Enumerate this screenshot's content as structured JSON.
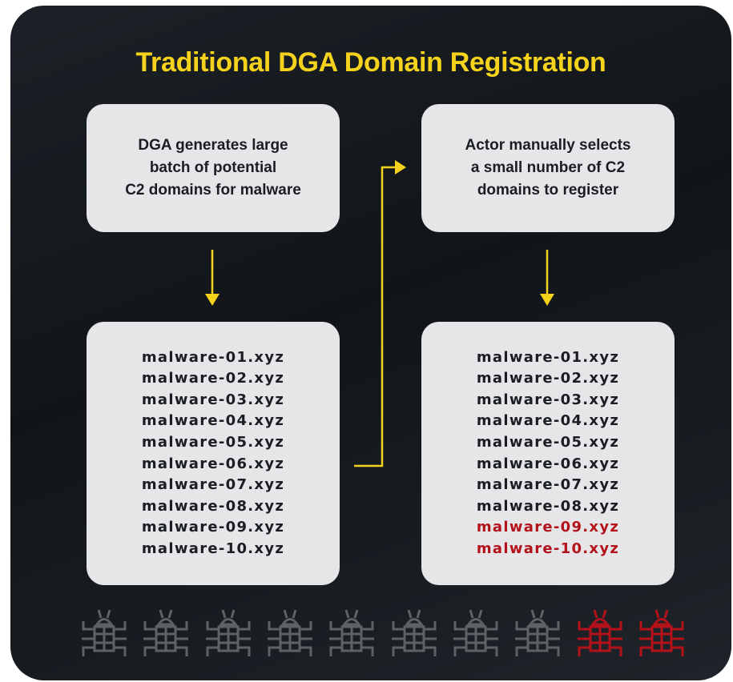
{
  "title": "Traditional DGA Domain Registration",
  "boxes": {
    "generate": "DGA generates large\nbatch of potential\nC2 domains for malware",
    "select": "Actor manually selects\na small number of C2\ndomains to register"
  },
  "generated_domains": [
    "malware-01.xyz",
    "malware-02.xyz",
    "malware-03.xyz",
    "malware-04.xyz",
    "malware-05.xyz",
    "malware-06.xyz",
    "malware-07.xyz",
    "malware-08.xyz",
    "malware-09.xyz",
    "malware-10.xyz"
  ],
  "selected_domains": [
    "malware-01.xyz",
    "malware-02.xyz",
    "malware-03.xyz",
    "malware-04.xyz",
    "malware-05.xyz",
    "malware-06.xyz",
    "malware-07.xyz",
    "malware-08.xyz",
    "malware-09.xyz",
    "malware-10.xyz"
  ],
  "registered": [
    "malware-09.xyz",
    "malware-10.xyz"
  ],
  "bug_icons": [
    {
      "icon": "bug-icon",
      "registered": false
    },
    {
      "icon": "bug-icon",
      "registered": false
    },
    {
      "icon": "bug-icon",
      "registered": false
    },
    {
      "icon": "bug-icon",
      "registered": false
    },
    {
      "icon": "bug-icon",
      "registered": false
    },
    {
      "icon": "bug-icon",
      "registered": false
    },
    {
      "icon": "bug-icon",
      "registered": false
    },
    {
      "icon": "bug-icon",
      "registered": false
    },
    {
      "icon": "bug-icon",
      "registered": true
    },
    {
      "icon": "bug-icon",
      "registered": true
    }
  ],
  "colors": {
    "accent": "#f5d21c",
    "background": "#15191e",
    "box": "#e6e6e8",
    "text": "#1a1d22",
    "registered": "#b3121a",
    "bug_inactive": "#5e6166"
  }
}
